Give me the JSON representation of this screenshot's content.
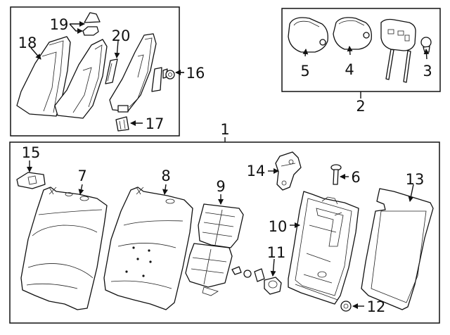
{
  "diagram": {
    "callouts": {
      "c1": "1",
      "c2": "2",
      "c3": "3",
      "c4": "4",
      "c5": "5",
      "c6": "6",
      "c7": "7",
      "c8": "8",
      "c9": "9",
      "c10": "10",
      "c11": "11",
      "c12": "12",
      "c13": "13",
      "c14": "14",
      "c15": "15",
      "c16": "16",
      "c17": "17",
      "c18": "18",
      "c19": "19",
      "c20": "20"
    },
    "colors": {
      "stroke": "#111111",
      "background": "#ffffff"
    }
  }
}
